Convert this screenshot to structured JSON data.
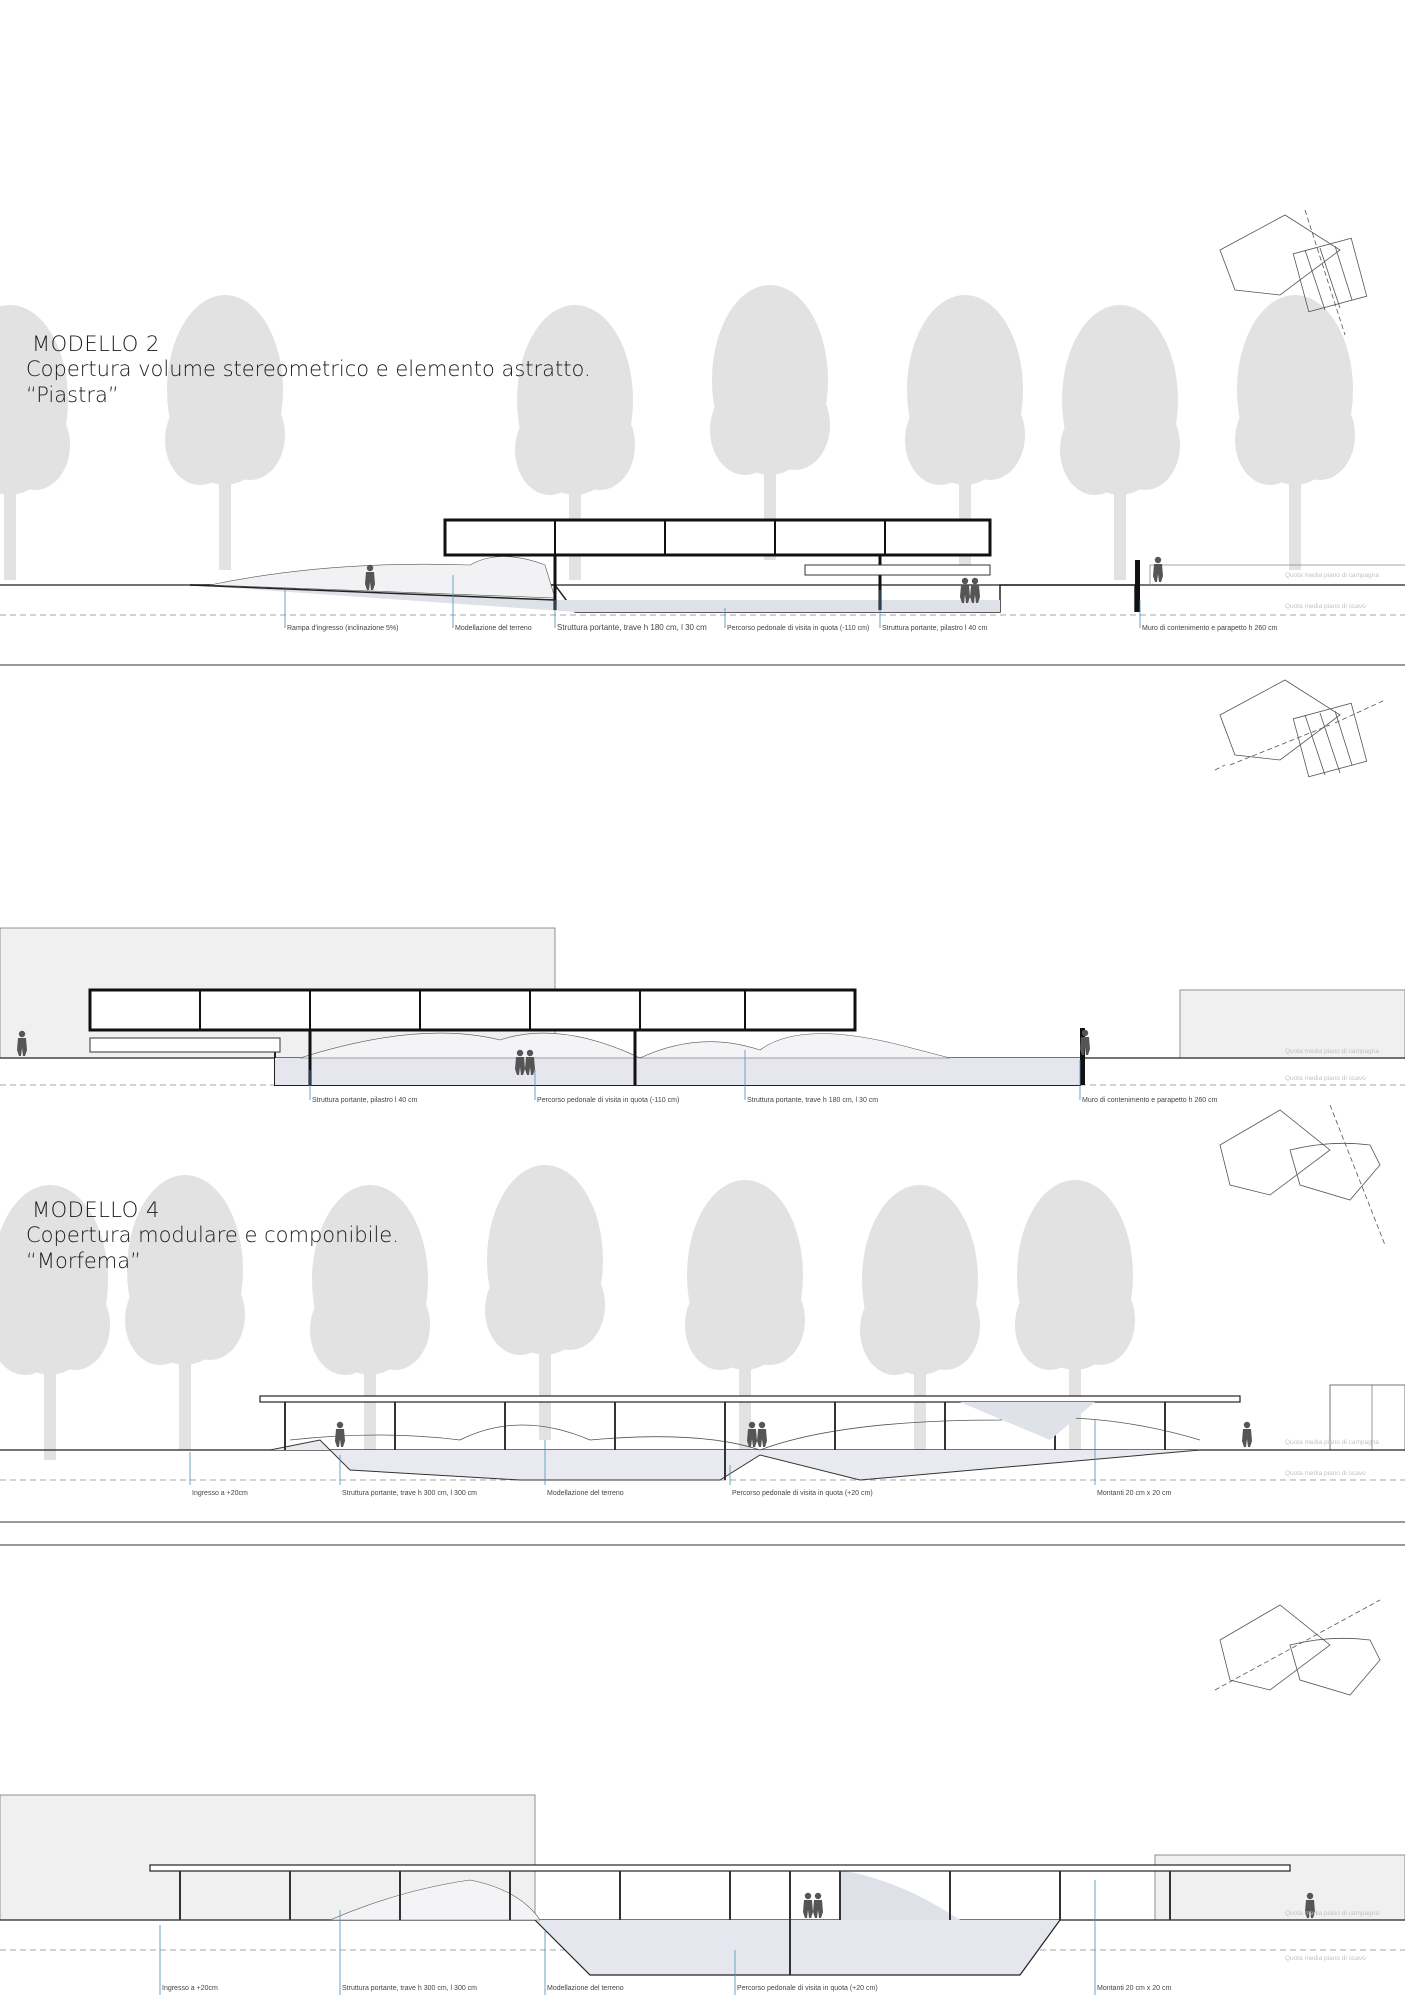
{
  "models": [
    {
      "number": "MODELLO 2",
      "subtitle": "Copertura volume stereometrico e elemento astratto.",
      "name": "“Piastra”"
    },
    {
      "number": "MODELLO 4",
      "subtitle": "Copertura modulare e componibile.",
      "name": "“Morfema”"
    }
  ],
  "sections": [
    {
      "labels": [
        "Rampa d'ingresso (inclinazione 5%)",
        "Modellazione del terreno",
        "Struttura portante, trave h 180 cm, l 30 cm",
        "Percorso pedonale di visita in quota (-110 cm)",
        "Struttura portante, pilastro l 40 cm",
        "Muro di contenimento e parapetto h 260 cm"
      ],
      "levels": [
        "Quota media piano di campagna",
        "Quota media piano di scavo"
      ]
    },
    {
      "labels": [
        "Struttura portante, pilastro l 40 cm",
        "Percorso pedonale di visita in quota (-110 cm)",
        "Struttura portante, trave h 180 cm, l 30 cm",
        "Muro di contenimento e parapetto h 260 cm"
      ],
      "levels": [
        "Quota media piano di campagna",
        "Quota media piano di scavo"
      ]
    },
    {
      "labels": [
        "Ingresso a +20cm",
        "Struttura portante, trave h 300 cm, l 300 cm",
        "Modellazione del terreno",
        "Percorso pedonale di visita in quota (+20 cm)",
        "Montanti 20 cm x 20 cm"
      ],
      "levels": [
        "Quota media piano di campagna",
        "Quota media piano di scavo"
      ]
    },
    {
      "labels": [
        "Ingresso a +20cm",
        "Struttura portante, trave h 300 cm, l 300 cm",
        "Modellazione del terreno",
        "Percorso pedonale di visita in quota (+20 cm)",
        "Montanti 20 cm x 20 cm"
      ],
      "levels": [
        "Quota media piano di campagna",
        "Quota media piano di scavo"
      ]
    }
  ]
}
